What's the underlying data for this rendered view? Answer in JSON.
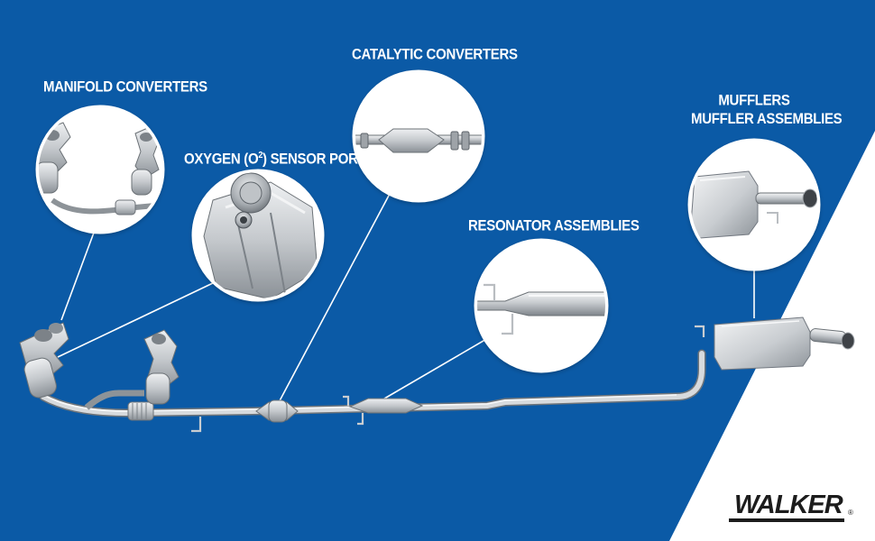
{
  "labels": {
    "manifold": "MANIFOLD CONVERTERS",
    "oxygen_prefix": "OXYGEN (O",
    "oxygen_sup": "2",
    "oxygen_suffix": ") SENSOR PORTS",
    "catalytic": "CATALYTIC CONVERTERS",
    "resonator": "RESONATOR ASSEMBLIES",
    "mufflers_line1": "MUFFLERS",
    "mufflers_line2": "MUFFLER ASSEMBLIES"
  },
  "brand": {
    "logo_text": "WALKER",
    "trademark": "®"
  },
  "colors": {
    "background_blue": "#0b5aa6",
    "background_white": "#ffffff",
    "metal": "#b9bdc1",
    "label_text": "#ffffff"
  }
}
